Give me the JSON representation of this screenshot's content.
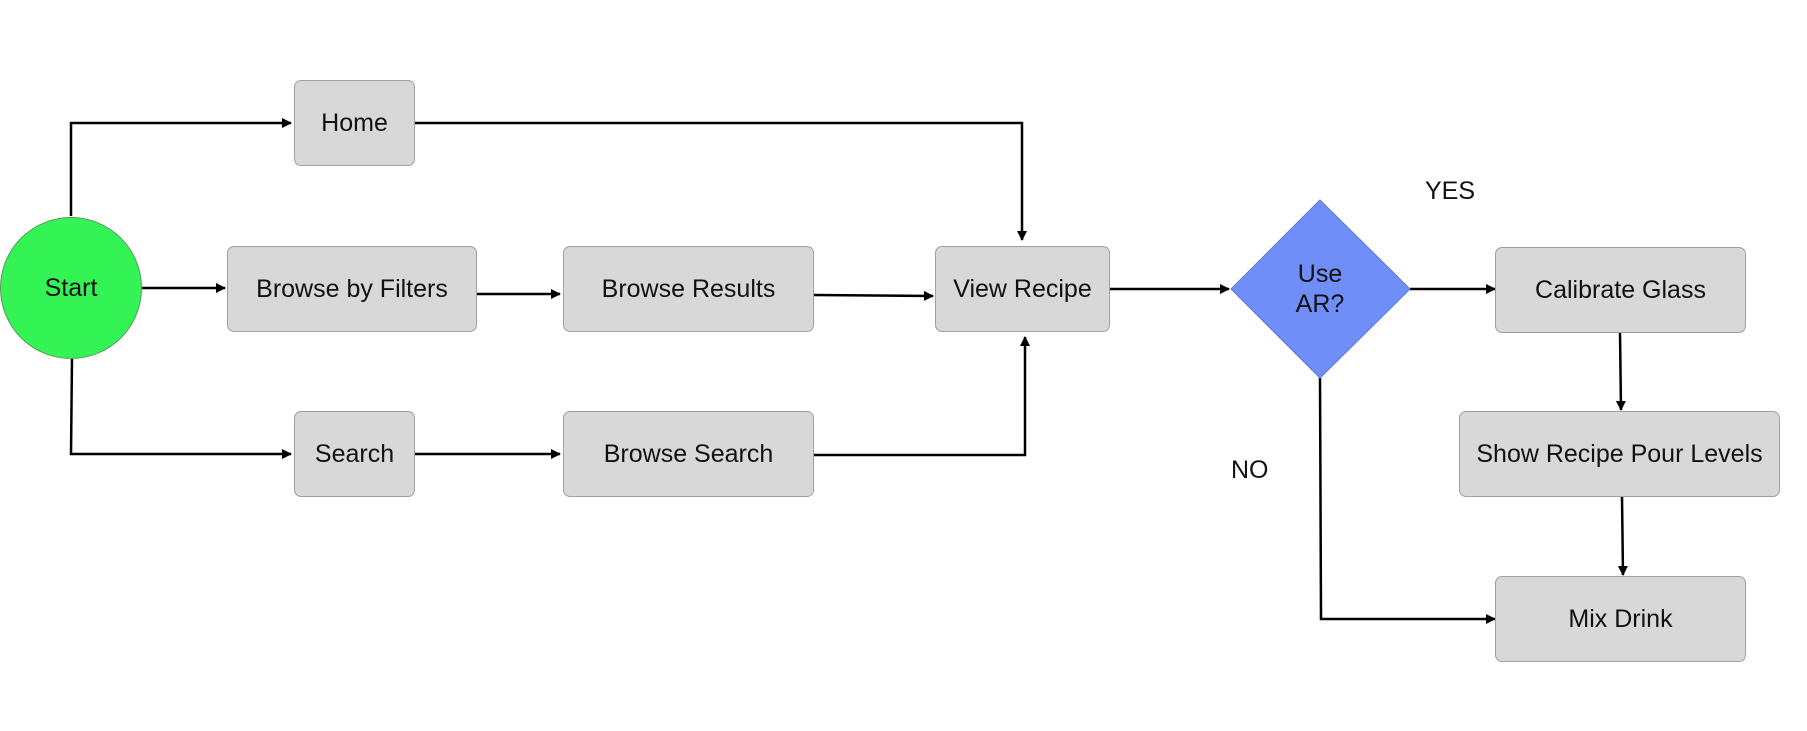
{
  "diagram": {
    "start": "Start",
    "home": "Home",
    "browse_filters": "Browse by Filters",
    "browse_results": "Browse Results",
    "search": "Search",
    "browse_search": "Browse Search",
    "view_recipe": "View Recipe",
    "decision": "Use AR?",
    "calibrate_glass": "Calibrate Glass",
    "show_pour_levels": "Show Recipe Pour Levels",
    "mix_drink": "Mix Drink",
    "yes_label": "YES",
    "no_label": "NO"
  },
  "colors": {
    "start_fill": "#34f354",
    "decision_fill": "#6f8ef7",
    "box_fill": "#d8d8d8",
    "box_border": "#a0a0a0",
    "connector": "#000000"
  }
}
